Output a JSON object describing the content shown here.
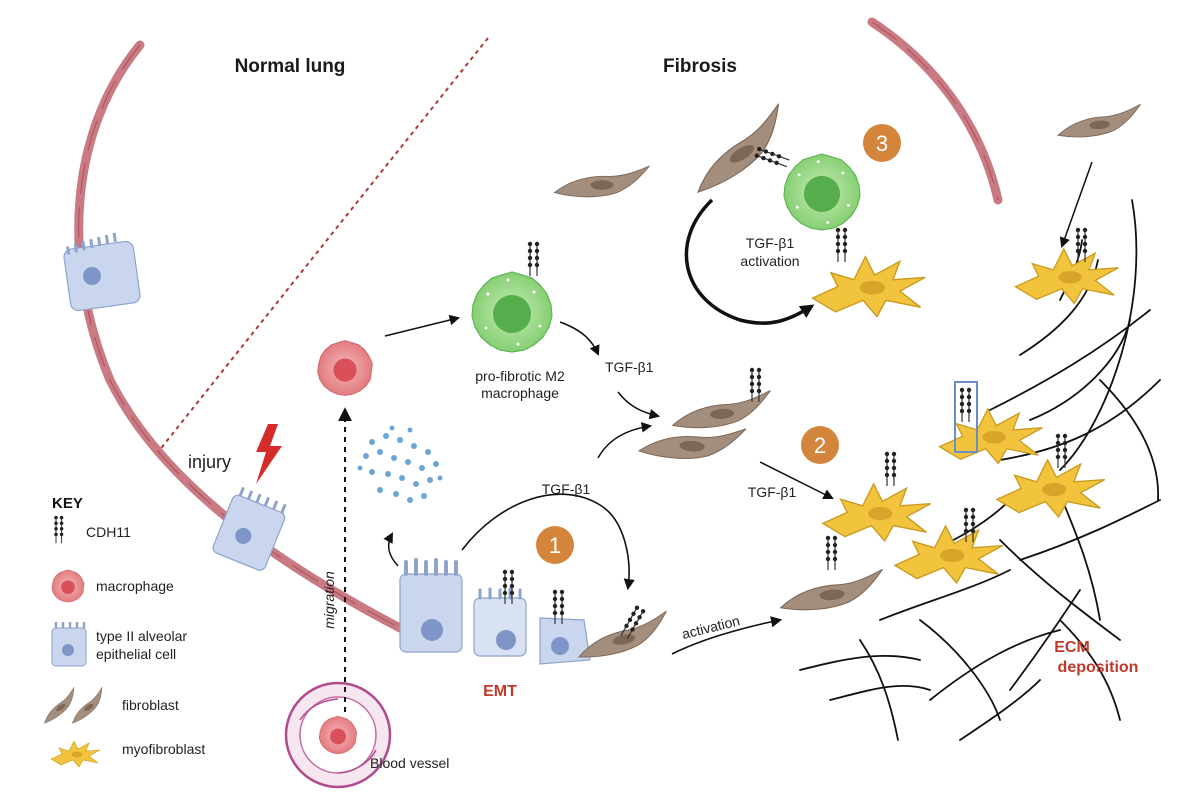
{
  "headers": {
    "normal": "Normal lung",
    "fibrosis": "Fibrosis"
  },
  "labels": {
    "injury": "injury",
    "migration": "migration",
    "m2": [
      "pro-fibrotic M2",
      "macrophage"
    ],
    "tgf_m2": "TGF-β1",
    "tgf_left": "TGF-β1",
    "tgf_mid": "TGF-β1",
    "tgf_act": [
      "TGF-β1",
      "activation"
    ],
    "activation": "activation",
    "emt": "EMT",
    "blood_vessel": "Blood vessel",
    "ecm": [
      "ECM",
      "deposition"
    ]
  },
  "steps": [
    "1",
    "2",
    "3"
  ],
  "key": {
    "title": "KEY",
    "items": [
      {
        "icon": "cdh11-icon",
        "label": [
          "CDH11"
        ]
      },
      {
        "icon": "macrophage-icon",
        "label": [
          "macrophage"
        ]
      },
      {
        "icon": "type2-cell-icon",
        "label": [
          "type II alveolar",
          "epithelial cell"
        ]
      },
      {
        "icon": "fibroblast-icon",
        "label": [
          "fibroblast"
        ]
      },
      {
        "icon": "myofibroblast-icon",
        "label": [
          "myofibroblast"
        ]
      }
    ]
  },
  "colors": {
    "wall": "#c97a82",
    "wall_stroke": "#a9525c",
    "fibroblast": "#a08a7a",
    "myofibroblast": "#f2c23a",
    "macrophage": "#e9868a",
    "m2": "#7fc97a",
    "epithelial": "#c9d6ee",
    "step": "#d4853c",
    "red": "#c0392b"
  }
}
